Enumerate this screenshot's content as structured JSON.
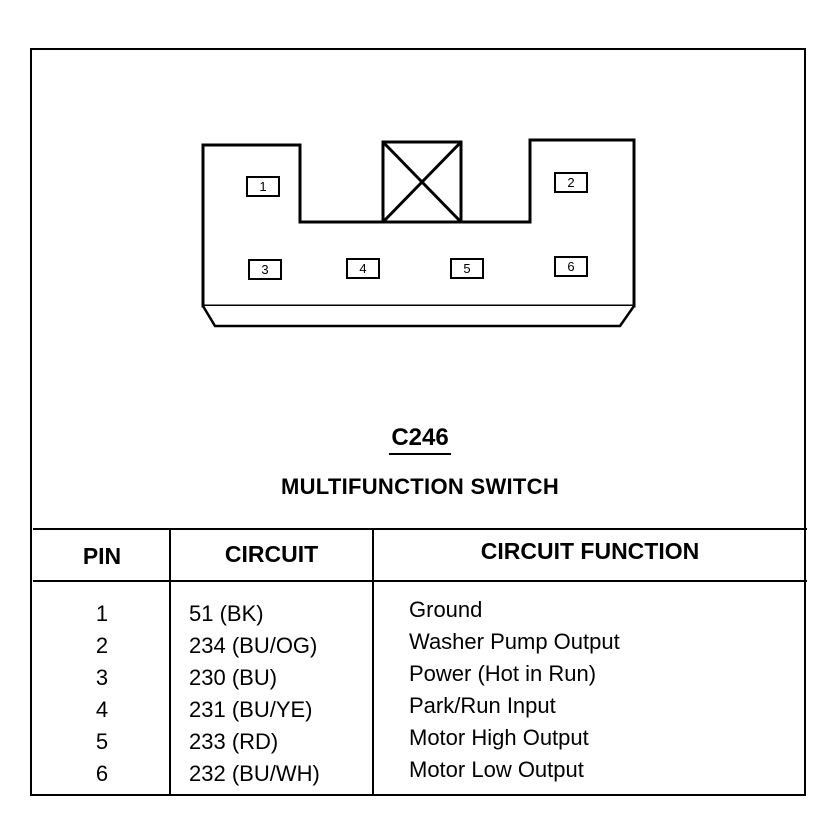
{
  "connector": {
    "id": "C246",
    "name": "MULTIFUNCTION SWITCH",
    "pins": [
      "1",
      "2",
      "3",
      "4",
      "5",
      "6"
    ]
  },
  "table": {
    "headers": {
      "pin": "PIN",
      "circuit": "CIRCUIT",
      "function": "CIRCUIT FUNCTION"
    },
    "rows": [
      {
        "pin": "1",
        "circuit": "51 (BK)",
        "function": "Ground"
      },
      {
        "pin": "2",
        "circuit": "234 (BU/OG)",
        "function": "Washer Pump Output"
      },
      {
        "pin": "3",
        "circuit": "230 (BU)",
        "function": "Power (Hot in Run)"
      },
      {
        "pin": "4",
        "circuit": "231 (BU/YE)",
        "function": "Park/Run Input"
      },
      {
        "pin": "5",
        "circuit": "233 (RD)",
        "function": "Motor High Output"
      },
      {
        "pin": "6",
        "circuit": "232 (BU/WH)",
        "function": "Motor Low Output"
      }
    ]
  }
}
